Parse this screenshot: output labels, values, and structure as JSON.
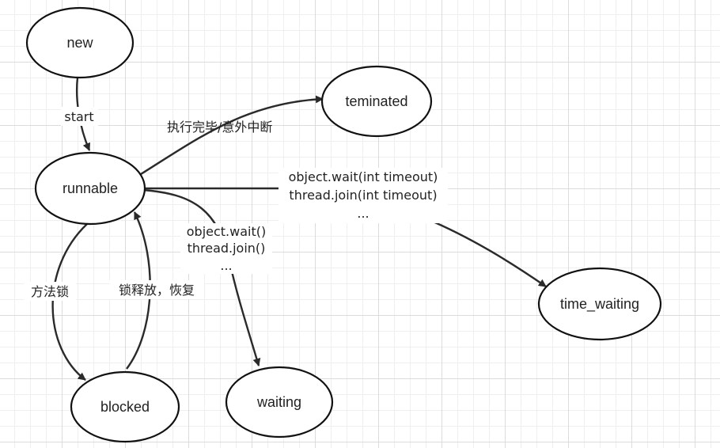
{
  "states": {
    "new": "new",
    "runnable": "runnable",
    "teminated": "teminated",
    "time_waiting": "time_waiting",
    "waiting": "waiting",
    "blocked": "blocked"
  },
  "transitions": {
    "start": "start",
    "to_terminated": "执行完毕/意外中断",
    "timed_wait": {
      "line1": "object.wait(int timeout)",
      "line2": "thread.join(int timeout)",
      "line3": "..."
    },
    "wait": {
      "line1": "object.wait()",
      "line2": "thread.join()",
      "line3": "..."
    },
    "to_blocked": "方法锁",
    "from_blocked": "锁释放，恢复"
  }
}
